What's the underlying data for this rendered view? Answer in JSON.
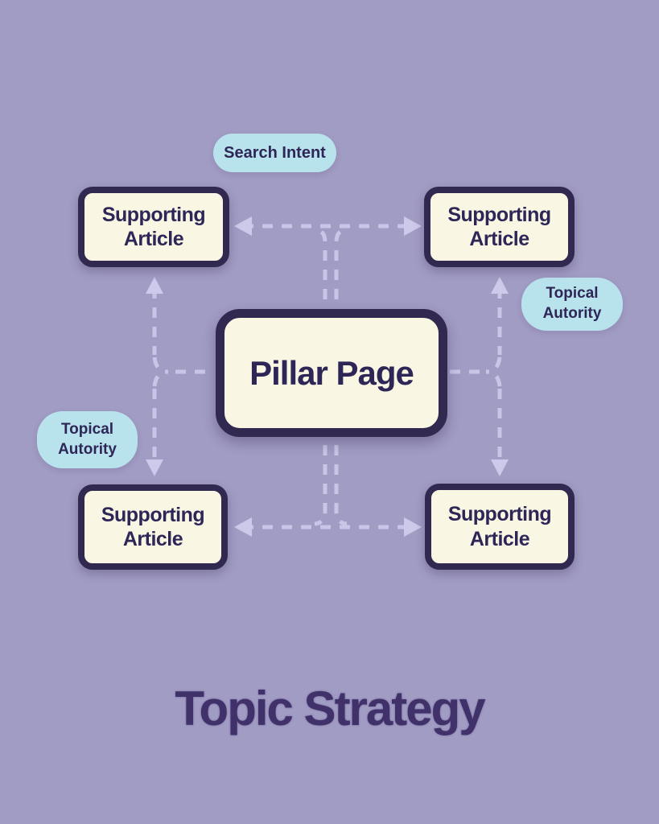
{
  "page": {
    "title": "Topic Strategy",
    "background_color": "#a19cc4"
  },
  "diagram": {
    "pillar": {
      "label": "Pillar Page"
    },
    "supporting": [
      {
        "position": "top-left",
        "label": "Supporting Article"
      },
      {
        "position": "top-right",
        "label": "Supporting Article"
      },
      {
        "position": "bottom-left",
        "label": "Supporting Article"
      },
      {
        "position": "bottom-right",
        "label": "Supporting Article"
      }
    ],
    "badges": [
      {
        "position": "top",
        "label": "Search Intent"
      },
      {
        "position": "right",
        "label": "Topical Autority"
      },
      {
        "position": "left",
        "label": "Topical Autority"
      }
    ],
    "colors": {
      "background": "#a19cc4",
      "node_fill": "#f9f7e3",
      "node_border": "#322950",
      "node_text": "#2f2658",
      "badge_fill": "#b8e2ec",
      "badge_text": "#2e2657",
      "connector": "#c9c5e6",
      "title_text": "#40316a"
    }
  }
}
